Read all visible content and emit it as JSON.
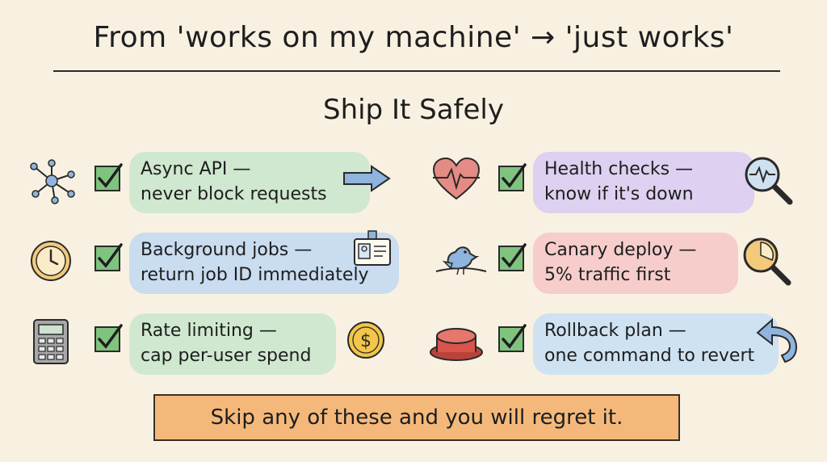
{
  "header": {
    "title": "From 'works on my machine' → 'just works'",
    "subtitle": "Ship It Safely"
  },
  "items": [
    {
      "line1": "Async API —",
      "line2": "never block requests",
      "color": "#cfe8cf",
      "icon": "network-icon",
      "extra_icon": "arrow-right-icon"
    },
    {
      "line1": "Background jobs —",
      "line2": "return job ID immediately",
      "color": "#c9dcf0",
      "icon": "clock-icon",
      "extra_icon": "id-badge-icon"
    },
    {
      "line1": "Rate limiting —",
      "line2": "cap per-user spend",
      "color": "#cfe8cf",
      "icon": "calculator-icon",
      "extra_icon": "dollar-coin-icon"
    },
    {
      "line1": "Health checks —",
      "line2": "know if it's down",
      "color": "#ddd0f0",
      "icon": "heartbeat-icon",
      "extra_icon": "magnifier-pulse-icon"
    },
    {
      "line1": "Canary deploy —",
      "line2": "5% traffic first",
      "color": "#f6cdcb",
      "icon": "bird-icon",
      "extra_icon": "magnifier-clock-icon"
    },
    {
      "line1": "Rollback plan —",
      "line2": "one command to revert",
      "color": "#cfe2f2",
      "icon": "red-button-icon",
      "extra_icon": "undo-arrow-icon"
    }
  ],
  "footer": {
    "text": "Skip any of these and you will regret it."
  },
  "colors": {
    "background": "#f8f1e1",
    "check_fill": "#7fc37f",
    "footer_fill": "#f4b97a"
  }
}
